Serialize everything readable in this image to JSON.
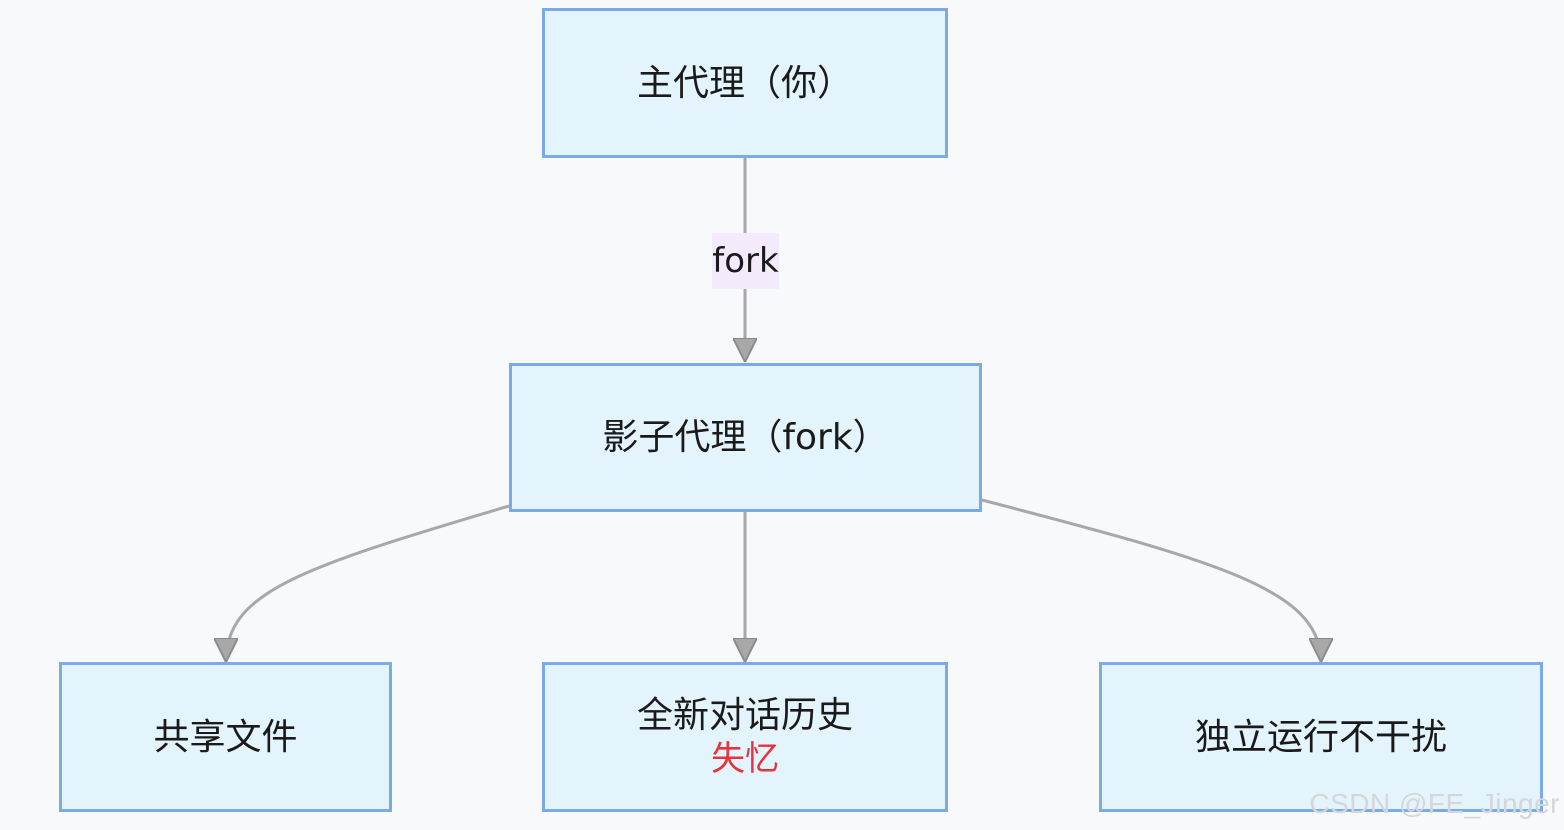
{
  "diagram": {
    "nodes": {
      "main_agent": {
        "label": "主代理（你）"
      },
      "shadow_agent": {
        "label": "影子代理（fork）"
      },
      "shared_files": {
        "label": "共享文件"
      },
      "new_history": {
        "label": "全新对话历史",
        "note": "失忆"
      },
      "independent": {
        "label": "独立运行不干扰"
      }
    },
    "edges": {
      "fork_label": "fork"
    },
    "colors": {
      "node_fill": "#e3f4fc",
      "node_border": "#7aabe8",
      "edge": "#a8a8a8",
      "edge_label_fill": "#f3eafc",
      "note_text": "#e8323c",
      "background": "#f8f9fa"
    }
  },
  "watermark": "CSDN @FE_Jinger"
}
